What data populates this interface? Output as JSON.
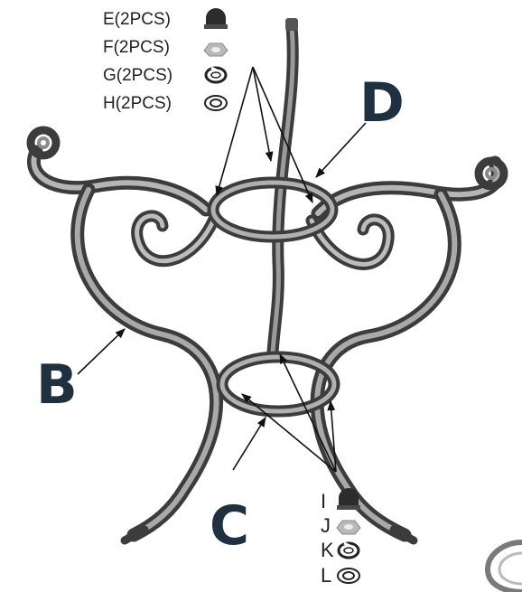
{
  "colors": {
    "metal_dark": "#3c3c3c",
    "metal_mid": "#7d7d7d",
    "metal_light": "#c6c6c6",
    "label_color": "#1f3040",
    "arrow": "#111111"
  },
  "labels": {
    "b": "B",
    "c": "C",
    "d": "D"
  },
  "top_parts": [
    {
      "text": "E(2PCS)",
      "icon": "acorn-nut-icon"
    },
    {
      "text": "F(2PCS)",
      "icon": "hex-nut-icon"
    },
    {
      "text": "G(2PCS)",
      "icon": "split-lock-washer-icon"
    },
    {
      "text": "H(2PCS)",
      "icon": "flat-washer-icon"
    }
  ],
  "bottom_parts": [
    {
      "text": "I",
      "icon": "acorn-nut-icon"
    },
    {
      "text": "J",
      "icon": "hex-nut-icon"
    },
    {
      "text": "K",
      "icon": "split-lock-washer-icon"
    },
    {
      "text": "L",
      "icon": "flat-washer-icon"
    }
  ]
}
